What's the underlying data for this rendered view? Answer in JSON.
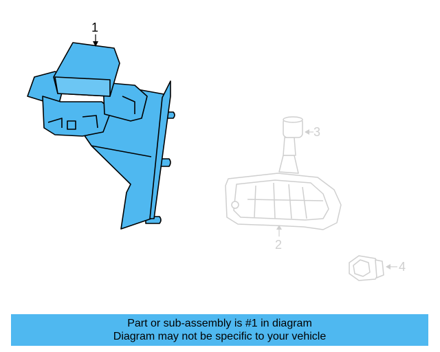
{
  "diagram": {
    "callouts": [
      "1",
      "2",
      "3",
      "4"
    ],
    "highlight_color": "#4fb8f0",
    "faded_color": "#cfcfcf"
  },
  "banner": {
    "line1": "Part or sub-assembly is #1 in diagram",
    "line2": "Diagram may not be specific to your vehicle",
    "background": "#4fb8f0"
  }
}
